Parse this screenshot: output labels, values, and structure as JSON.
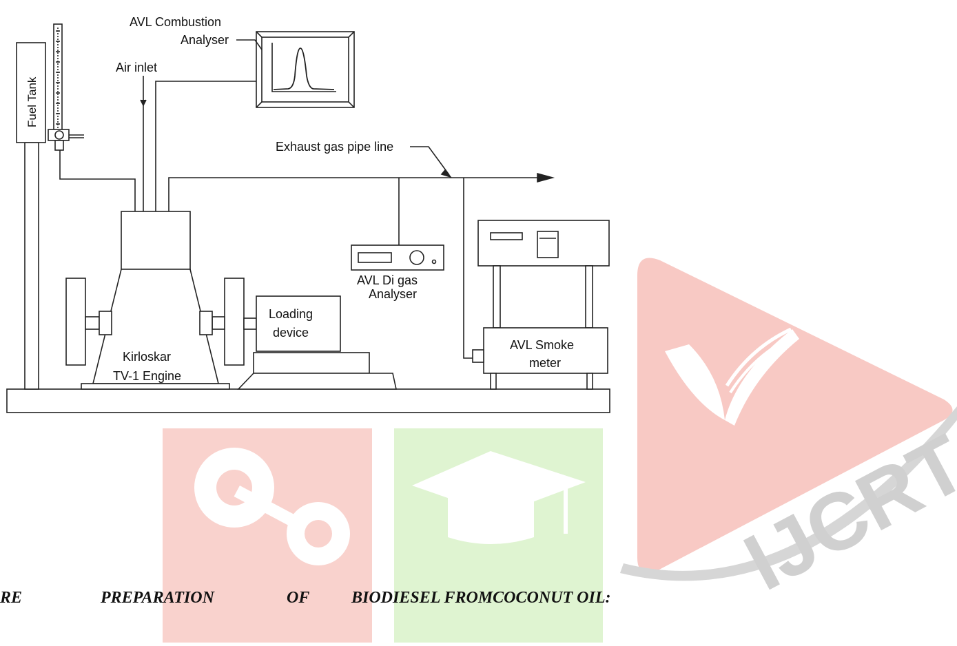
{
  "diagram": {
    "labels": {
      "fuel_tank": "Fuel Tank",
      "air_inlet": "Air inlet",
      "combustion_analyser_line1": "AVL Combustion",
      "combustion_analyser_line2": "Analyser",
      "exhaust_line": "Exhaust gas pipe line",
      "gas_analyser_line1": "AVL Di gas",
      "gas_analyser_line2": "Analyser",
      "smoke_meter_line1": "AVL Smoke",
      "smoke_meter_line2": "meter",
      "loading_line1": "Loading",
      "loading_line2": "device",
      "engine_line1": "Kirloskar",
      "engine_line2": "TV-1 Engine"
    }
  },
  "watermark": {
    "text": "IJCRT",
    "colors": {
      "red": "#f8c9c4",
      "green": "#d8f2c8",
      "gray": "#d9d9d9",
      "white": "#ffffff"
    }
  },
  "heading": {
    "words": [
      "RE",
      "PREPARATION",
      "OF",
      "BIODIESEL FROMCOCONUT OIL:"
    ]
  }
}
